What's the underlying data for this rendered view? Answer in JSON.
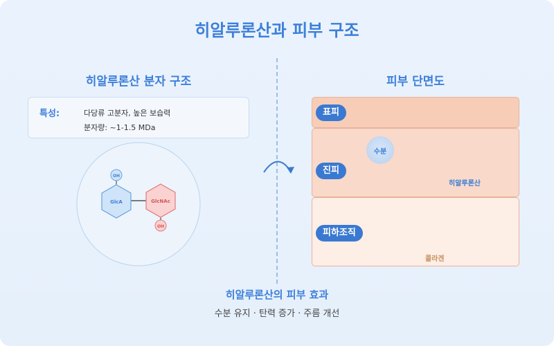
{
  "title": "히알루론산과 피부 구조",
  "molecule_section": {
    "heading": "히알루론산 분자 구조",
    "properties_label": "특성:",
    "properties_line1": "다당류 고분자, 높은 보습력",
    "properties_line2": "분자량: ~1-1.5 MDa",
    "unit1_label": "GlcA",
    "unit2_label": "GlcNAc",
    "oh1_label": "OH",
    "oh2_label": "OH"
  },
  "skin_section": {
    "heading": "피부 단면도",
    "layers": {
      "epidermis": "표피",
      "dermis": "진피",
      "hypodermis": "피하조직"
    },
    "water_label": "수분",
    "ha_label": "히알루론산",
    "collagen_label": "콜라겐"
  },
  "effects": {
    "title": "히알루론산의 피부 효과",
    "subtitle": "수분 유지 · 탄력 증가 · 주름 개선"
  },
  "colors": {
    "accent": "#3d7fd9",
    "pill": "#3a79d1",
    "glca_fill": "#cfe4f8",
    "glcnac_fill": "#fbd2d2",
    "collagen": "#d9a876"
  }
}
